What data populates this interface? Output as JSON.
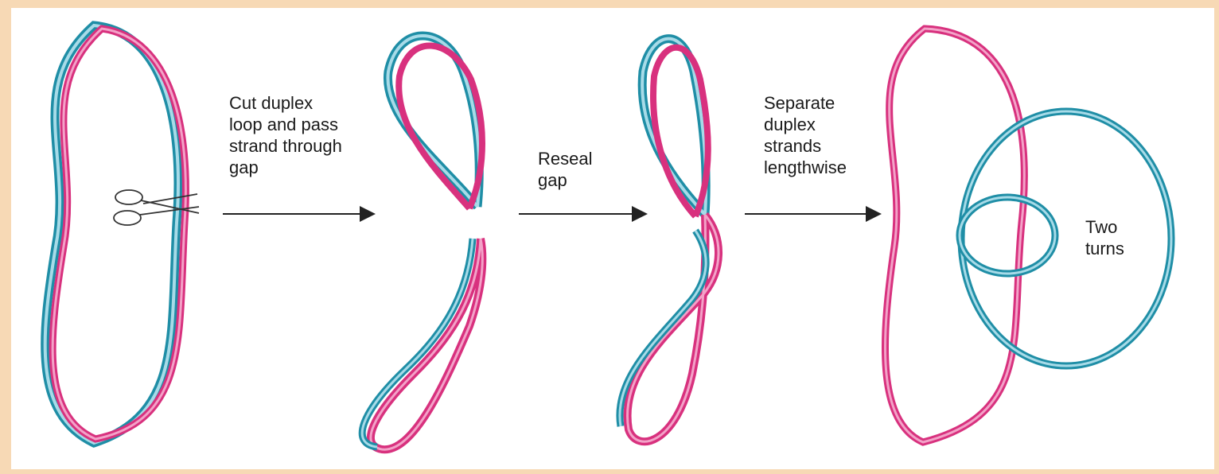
{
  "colors": {
    "pink_strand": "#d8317e",
    "pink_light": "#f3a2c8",
    "cyan_strand": "#1f8ea6",
    "cyan_light": "#a7dbe8",
    "arrow": "#222222",
    "border": "#f7d9b5"
  },
  "steps": [
    {
      "label": "Cut duplex\nloop and pass\nstrand through\ngap"
    },
    {
      "label": "Reseal\ngap"
    },
    {
      "label": "Separate\nduplex\nstrands\nlengthwise"
    }
  ],
  "result_label": "Two\nturns",
  "icons": {
    "tool": "scissors-icon"
  }
}
